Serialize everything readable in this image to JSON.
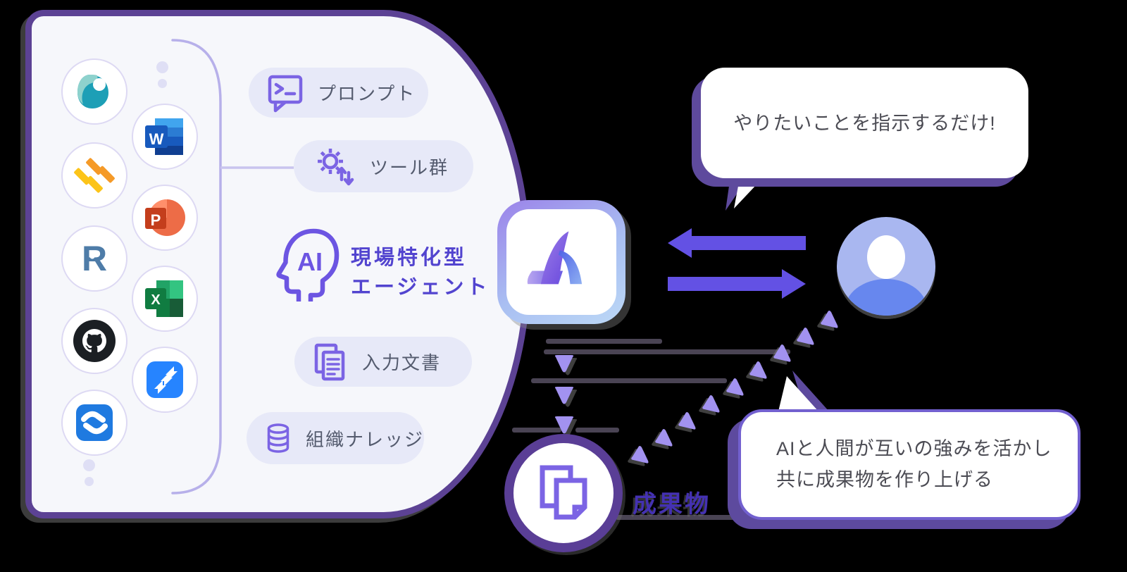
{
  "title": "AI agent collaboration diagram",
  "integrations": [
    "teal-swirl-app",
    "microsoft-word",
    "orange-bars-app",
    "microsoft-powerpoint",
    "redmine",
    "microsoft-excel",
    "github",
    "jira",
    "confluence"
  ],
  "brand_letters": {
    "word": "W",
    "powerpoint": "P",
    "excel": "X",
    "redmine": "R"
  },
  "pills": {
    "prompt": {
      "label": "プロンプト",
      "icon": "terminal-bubble-icon"
    },
    "tools": {
      "label": "ツール群",
      "icon": "gear-arrows-icon"
    },
    "input_docs": {
      "label": "入力文書",
      "icon": "documents-icon"
    },
    "knowledge": {
      "label": "組織ナレッジ",
      "icon": "database-icon"
    }
  },
  "agent": {
    "badge": "AI",
    "line1": "現場特化型",
    "line2": "エージェント",
    "icon": "ai-head-icon"
  },
  "bubbles": {
    "top": {
      "text": "やりたいことを指示するだけ!"
    },
    "bottom": {
      "line1": "AIと人間が互いの強みを活かし",
      "line2": "共に成果物を作り上げる"
    }
  },
  "deliverable": {
    "label": "成果物",
    "icon": "copied-documents-icon"
  },
  "colors": {
    "background": "#000000",
    "panel_fill": "#f6f7fb",
    "panel_border": "#5c4294",
    "pill_bg": "#e7e9f8",
    "pill_text": "#545b6e",
    "icon_purple": "#7b64e4",
    "agent_text": "#5244cf",
    "arrow_purple": "#6351e4",
    "triangle_purple": "#a292f0",
    "bubble_shadow": "#5e4a9d",
    "bubble2_border": "#7260cf",
    "deliverable_ring": "#5a3e96",
    "deliverable_text": "#4431b2",
    "avatar_bg": "#a9b7f0",
    "avatar_body": "#6787ee",
    "bubble_text": "#4c4c54",
    "shadow_line": "#4a4454"
  }
}
